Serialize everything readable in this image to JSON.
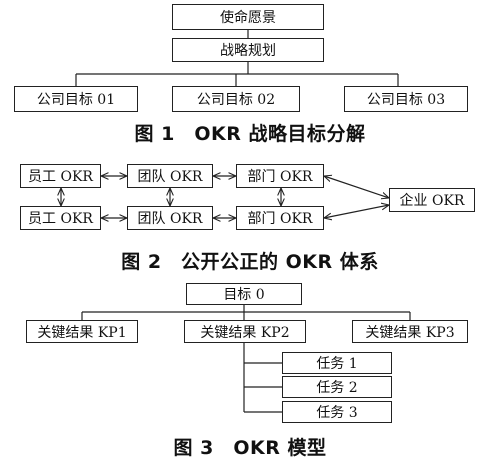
{
  "fig1": {
    "vision": "使命愿景",
    "planning": "战略规划",
    "goals": [
      "公司目标 01",
      "公司目标 02",
      "公司目标 03"
    ],
    "caption": "图 1　OKR 战略目标分解"
  },
  "fig2": {
    "row1": [
      "员工 OKR",
      "团队 OKR",
      "部门 OKR"
    ],
    "row2": [
      "员工 OKR",
      "团队 OKR",
      "部门 OKR"
    ],
    "enterprise": "企业 OKR",
    "caption": "图 2　公开公正的 OKR 体系"
  },
  "fig3": {
    "objective": "目标 0",
    "key_results": [
      "关键结果 KP1",
      "关键结果 KP2",
      "关键结果 KP3"
    ],
    "tasks": [
      "任务 1",
      "任务 2",
      "任务 3"
    ],
    "caption": "图 3　OKR 模型"
  }
}
